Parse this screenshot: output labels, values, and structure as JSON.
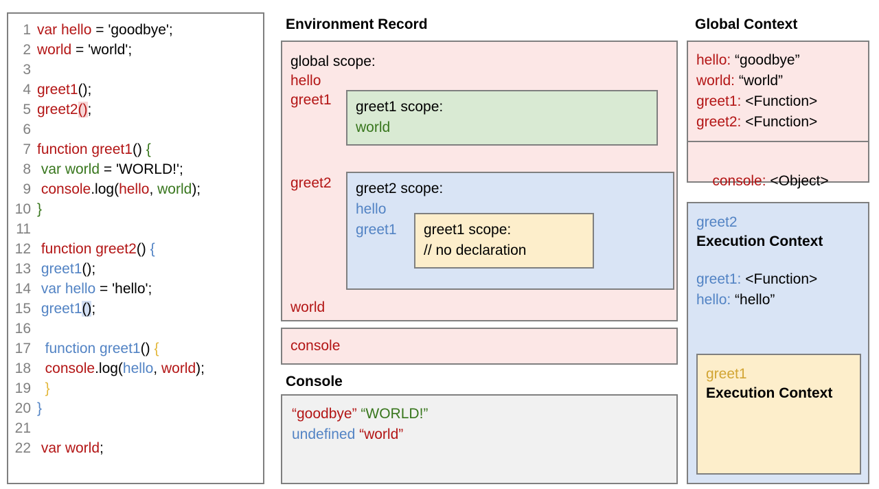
{
  "code_panel": {
    "lines": [
      {
        "num": "1",
        "tokens": [
          {
            "t": "var hello",
            "c": "red"
          },
          {
            "t": " = 'goodbye';",
            "c": "black"
          }
        ]
      },
      {
        "num": "2",
        "tokens": [
          {
            "t": "world",
            "c": "red"
          },
          {
            "t": " = 'world';",
            "c": "black"
          }
        ]
      },
      {
        "num": "3",
        "tokens": []
      },
      {
        "num": "4",
        "tokens": [
          {
            "t": "greet1",
            "c": "red"
          },
          {
            "t": "();",
            "c": "black"
          }
        ]
      },
      {
        "num": "5",
        "tokens": [
          {
            "t": "greet2",
            "c": "red"
          },
          {
            "t": "()",
            "c": "red",
            "hl": "red"
          },
          {
            "t": ";",
            "c": "black"
          }
        ]
      },
      {
        "num": "6",
        "tokens": []
      },
      {
        "num": "7",
        "tokens": [
          {
            "t": "function greet1",
            "c": "red"
          },
          {
            "t": "() ",
            "c": "black"
          },
          {
            "t": "{",
            "c": "green"
          }
        ]
      },
      {
        "num": "8",
        "tokens": [
          {
            "t": " var world",
            "c": "green"
          },
          {
            "t": " = 'WORLD!';",
            "c": "black"
          }
        ]
      },
      {
        "num": "9",
        "tokens": [
          {
            "t": " console",
            "c": "red"
          },
          {
            "t": ".log(",
            "c": "black"
          },
          {
            "t": "hello",
            "c": "red"
          },
          {
            "t": ", ",
            "c": "black"
          },
          {
            "t": "world",
            "c": "green"
          },
          {
            "t": ");",
            "c": "black"
          }
        ]
      },
      {
        "num": "10",
        "tokens": [
          {
            "t": "}",
            "c": "green"
          }
        ]
      },
      {
        "num": "11",
        "tokens": []
      },
      {
        "num": "12",
        "tokens": [
          {
            "t": " function greet2",
            "c": "red"
          },
          {
            "t": "() ",
            "c": "black"
          },
          {
            "t": "{",
            "c": "blue"
          }
        ]
      },
      {
        "num": "13",
        "tokens": [
          {
            "t": " greet1",
            "c": "blue"
          },
          {
            "t": "();",
            "c": "black"
          }
        ]
      },
      {
        "num": "14",
        "tokens": [
          {
            "t": " var hello",
            "c": "blue"
          },
          {
            "t": " = 'hello';",
            "c": "black"
          }
        ]
      },
      {
        "num": "15",
        "tokens": [
          {
            "t": " greet1",
            "c": "blue"
          },
          {
            "t": "()",
            "c": "black",
            "hl": "blue"
          },
          {
            "t": ";",
            "c": "black"
          }
        ]
      },
      {
        "num": "16",
        "tokens": []
      },
      {
        "num": "17",
        "tokens": [
          {
            "t": "  function greet1",
            "c": "blue"
          },
          {
            "t": "() ",
            "c": "black"
          },
          {
            "t": "{",
            "c": "orange"
          }
        ]
      },
      {
        "num": "18",
        "tokens": [
          {
            "t": "  console",
            "c": "red"
          },
          {
            "t": ".log(",
            "c": "black"
          },
          {
            "t": "hello",
            "c": "blue"
          },
          {
            "t": ", ",
            "c": "black"
          },
          {
            "t": "world",
            "c": "red"
          },
          {
            "t": ");",
            "c": "black"
          }
        ]
      },
      {
        "num": "19",
        "tokens": [
          {
            "t": "  }",
            "c": "orange"
          }
        ]
      },
      {
        "num": "20",
        "tokens": [
          {
            "t": "}",
            "c": "blue"
          }
        ]
      },
      {
        "num": "21",
        "tokens": []
      },
      {
        "num": "22",
        "tokens": [
          {
            "t": " var world",
            "c": "red"
          },
          {
            "t": ";",
            "c": "black"
          }
        ]
      }
    ]
  },
  "environment_record": {
    "title": "Environment Record",
    "global_scope_label": "global scope:",
    "global_vars": {
      "hello": "hello",
      "greet1": "greet1",
      "greet2": "greet2",
      "world": "world"
    },
    "greet1_scope": {
      "label": "greet1 scope:",
      "vars": [
        "world"
      ]
    },
    "greet2_scope": {
      "label": "greet2 scope:",
      "vars": [
        "hello",
        "greet1"
      ]
    },
    "greet1_inner_scope": {
      "label": "greet1 scope:",
      "comment": "// no declaration"
    },
    "console_entry": "console"
  },
  "console_panel": {
    "title": "Console",
    "lines": [
      {
        "parts": [
          {
            "t": "“goodbye” ",
            "c": "red"
          },
          {
            "t": "“WORLD!”",
            "c": "green"
          }
        ]
      },
      {
        "parts": [
          {
            "t": "undefined ",
            "c": "blue"
          },
          {
            "t": "“world”",
            "c": "red"
          }
        ]
      }
    ]
  },
  "global_context": {
    "title": "Global Context",
    "entries": [
      {
        "key": "hello:",
        "value": " “goodbye”"
      },
      {
        "key": "world:",
        "value": " “world”"
      },
      {
        "key": "greet1:",
        "value": " <Function>"
      },
      {
        "key": "greet2:",
        "value": " <Function>"
      }
    ],
    "console_entry": {
      "key": "console:",
      "value": " <Object>"
    }
  },
  "greet2_execution_context": {
    "name": "greet2",
    "heading": "Execution Context",
    "entries": [
      {
        "key": "greet1:",
        "value": " <Function>"
      },
      {
        "key": "hello:",
        "value": " “hello”"
      }
    ]
  },
  "greet1_execution_context": {
    "name": "greet1",
    "heading": "Execution Context"
  },
  "colors": {
    "global_red_text": "#b31515",
    "greet1_green_text": "#38761d",
    "greet2_blue_text": "#5283c4",
    "greet1_inner_gold_text": "#d2a534",
    "global_bg": "#fce7e6",
    "greet1_bg": "#d9ead3",
    "greet2_bg": "#d9e4f5",
    "greet1_inner_bg": "#fdeecb",
    "console_bg": "#f1f1f1",
    "border": "#7f7f7f",
    "line_number": "#808080"
  }
}
